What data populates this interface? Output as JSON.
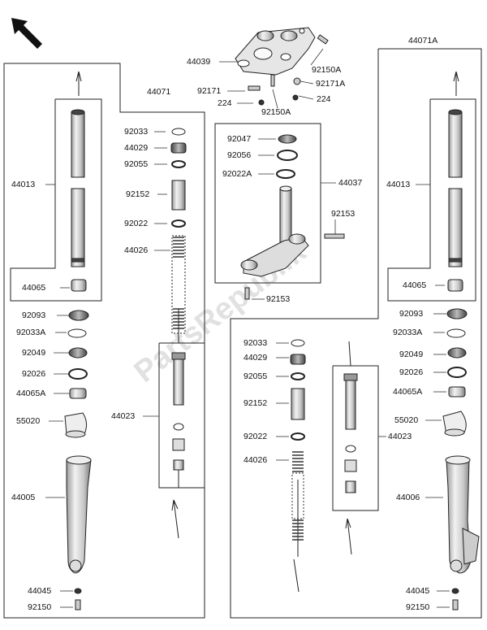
{
  "diagram": {
    "watermark": "PartsRepublik",
    "front_arrow": "arrow-icon",
    "top_labels": {
      "bracket": "44039",
      "bolt_right": "92150A",
      "bolt_small": "92171",
      "washer_a": "92171A",
      "nut_left": "224",
      "bolt_mid": "92150A",
      "nut_right": "224"
    },
    "stem_box": {
      "group": "44037",
      "p1": "92047",
      "p2": "92056",
      "p3": "92022A",
      "bolt_top": "92153",
      "bolt_bottom": "92153"
    },
    "left_fork": {
      "group": "44071",
      "tube": "44013",
      "bushing": "44065",
      "p1": "92093",
      "p2": "92033A",
      "p3": "92049",
      "p4": "92026",
      "p5": "44065A",
      "guard": "55020",
      "outer": "44005",
      "washer": "44045",
      "bolt": "92150",
      "inner": {
        "cap_oring": "92033",
        "cap": "44029",
        "ring": "92055",
        "spacer": "92152",
        "seat": "92022",
        "spring": "44026",
        "damper": "44023"
      }
    },
    "right_fork": {
      "group": "44071A",
      "tube": "44013",
      "bushing": "44065",
      "p1": "92093",
      "p2": "92033A",
      "p3": "92049",
      "p4": "92026",
      "p5": "44065A",
      "guard": "55020",
      "outer": "44006",
      "washer": "44045",
      "bolt": "92150",
      "inner": {
        "cap_oring": "92033",
        "cap": "44029",
        "ring": "92055",
        "spacer": "92152",
        "seat": "92022",
        "spring": "44026",
        "damper": "44023"
      }
    }
  }
}
